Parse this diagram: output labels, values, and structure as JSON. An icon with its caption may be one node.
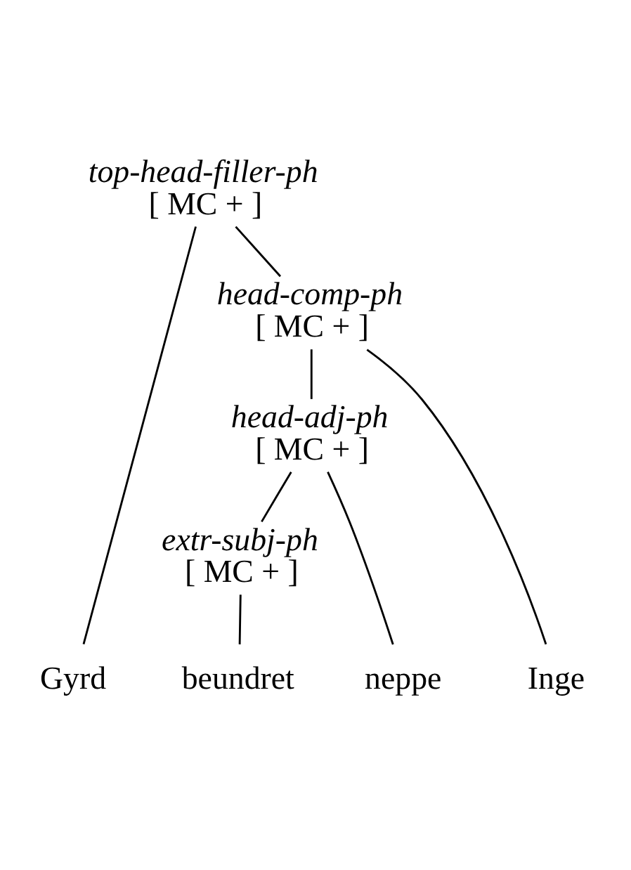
{
  "diagram": {
    "nodes": [
      {
        "text": [
          "top-head-filler-ph",
          "[ MC + ]"
        ]
      },
      {
        "text": [
          "head-comp-ph",
          "[ MC + ]"
        ]
      },
      {
        "text": [
          "head-adj-ph",
          "[ MC + ]"
        ]
      },
      {
        "text": [
          "extr-subj-ph",
          "[ MC + ]"
        ]
      },
      {
        "text": [
          "Gyrd"
        ]
      },
      {
        "text": [
          "beundret"
        ]
      },
      {
        "text": [
          "neppe"
        ]
      },
      {
        "text": [
          "Inge"
        ]
      }
    ],
    "edges": [
      {
        "from": 0,
        "to": 4,
        "arrow": "none"
      },
      {
        "from": 0,
        "to": 1,
        "arrow": "none"
      },
      {
        "from": 1,
        "to": 2,
        "arrow": "none"
      },
      {
        "from": 1,
        "to": 7,
        "arrow": "none"
      },
      {
        "from": 2,
        "to": 3,
        "arrow": "none"
      },
      {
        "from": 2,
        "to": 6,
        "arrow": "none"
      },
      {
        "from": 3,
        "to": 5,
        "arrow": "none"
      }
    ]
  }
}
